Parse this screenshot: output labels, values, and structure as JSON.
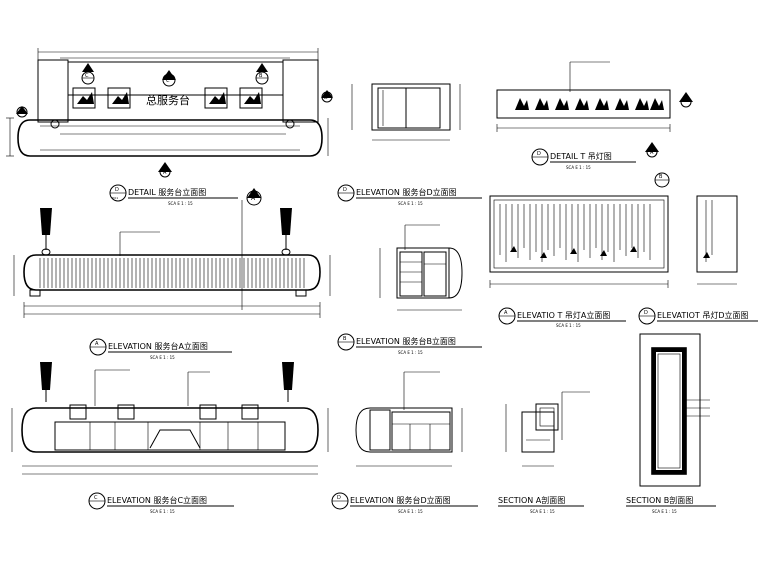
{
  "sheet": {
    "titles": {
      "detail_counter": "DETAIL  服务台立面图",
      "elev_counter_d": "ELEVATION  服务台D立面图",
      "detail_lamp": "DETAIL  T 吊灯图",
      "elev_a": "ELEVATION  服务台A立面图",
      "elev_b": "ELEVATION  服务台B立面图",
      "elev_lamp_a": "ELEVATIO   T 吊灯A立面图",
      "elev_lamp_d": "ELEVATIOT 吊灯D立面图",
      "elev_c": "ELEVATION  服务台C立面图",
      "elev_d2": "ELEVATION  服务台D立面图",
      "section_a": "SECTION  A剖面图",
      "section_b": "SECTION  B剖面图"
    },
    "scale_text": "SCA E 1 : 15",
    "counter_sign": "总服务台",
    "markers": {
      "A": "A",
      "B": "B",
      "C": "C",
      "D": "D",
      "sub": "P.01"
    }
  }
}
